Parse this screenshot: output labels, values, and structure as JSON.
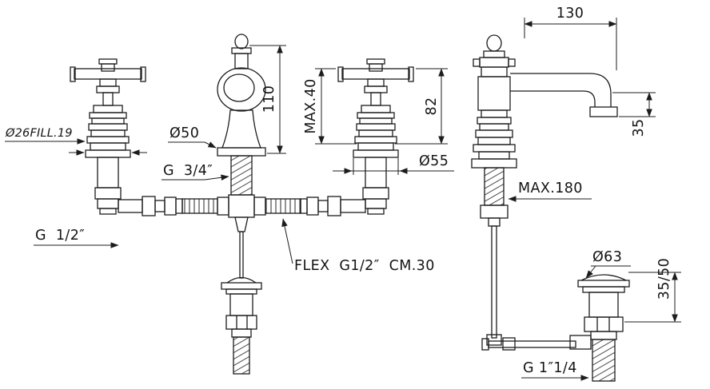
{
  "labels": {
    "dim_130": "130",
    "dim_110": "110",
    "dim_max40": "MAX.40",
    "dim_82": "82",
    "dim_35": "35",
    "dia_50": "Ø50",
    "dia_55": "Ø55",
    "dia_26_note": "Ø26FILL.19",
    "thread_center_g34": "G  3/4″",
    "thread_left_g12": "G  1/2″",
    "flex_note": "FLEX  G1/2″  CM.30",
    "dim_max180": "MAX.180",
    "dia_63": "Ø63",
    "dim_35_50": "35/50",
    "thread_drain_g114": "G 1″1/4"
  }
}
